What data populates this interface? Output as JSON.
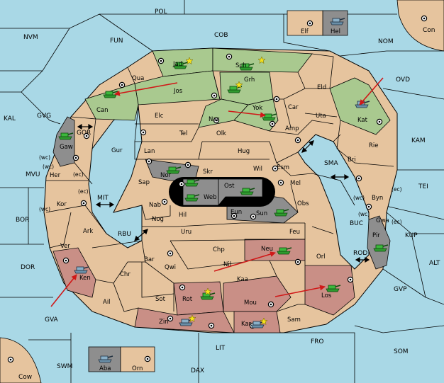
{
  "map": {
    "colors": {
      "sea": "#a9d8e6",
      "neutral": "#e6c49e",
      "green": "#a9c98f",
      "red": "#c98f86",
      "gray": "#8e8e8e",
      "unit": "#2f9a2f",
      "order_arrow": "#d01818"
    },
    "sea_labels": {
      "POL": "POL",
      "COB": "COB",
      "NVM": "NVM",
      "FUN": "FUN",
      "NOM": "NOM",
      "Con": "Con",
      "OVD": "OVD",
      "KAL": "KAL",
      "GVG": "GVG",
      "KAM": "KAM",
      "MVU": "MVU",
      "TEI": "TEI",
      "SMA": "SMA",
      "BOR": "BOR",
      "MIT": "MIT",
      "KUP": "KUP",
      "RBU": "RBU",
      "BUC": "BUC",
      "DOR": "DOR",
      "ALT": "ALT",
      "ROD": "ROD",
      "GVP": "GVP",
      "GVA": "GVA",
      "FRO": "FRO",
      "SOM": "SOM",
      "LIT": "LIT",
      "SWM": "SWM",
      "DAX": "DAX",
      "Cow": "Cow",
      "GOR": "GOR"
    },
    "coast_labels": {
      "gaw_wc": "(wc)",
      "her_wc": "(wc)",
      "her_ec": "(ec)",
      "kor_ec": "(ec)",
      "kor_wc": "(wc)",
      "byn_wc": "(wc)",
      "byn_ec": "(ec)",
      "gwa_wc": "(wc)",
      "gwa_ec": "(ec)"
    },
    "provinces": {
      "Jad": "Jad",
      "Sch": "Sch",
      "Qua": "Qua",
      "Jos": "Jos",
      "Grh": "Grh",
      "Eld": "Eld",
      "Can": "Can",
      "Elc": "Elc",
      "Yok": "Yok",
      "Car": "Car",
      "Uta": "Uta",
      "Kat": "Kat",
      "Nar": "Nar",
      "Tel": "Tel",
      "Olk": "Olk",
      "Amp": "Amp",
      "Gaw": "Gaw",
      "Gur": "Gur",
      "Lan": "Lan",
      "Hug": "Hug",
      "Rie": "Rie",
      "Bri": "Bri",
      "Nor": "Nor",
      "Skr": "Skr",
      "Ost": "Ost",
      "Wil": "Wil",
      "Esm": "Esm",
      "Her": "Her",
      "Sap": "Sap",
      "Web": "Web",
      "Mel": "Mel",
      "Byn": "Byn",
      "Kor": "Kor",
      "Nab": "Nab",
      "Eun": "Eun",
      "Sun": "Sun",
      "Obs": "Obs",
      "Hil": "Hil",
      "Nog": "Nog",
      "Gwa": "Gwa",
      "Ark": "Ark",
      "Uru": "Uru",
      "Feu": "Feu",
      "Pir": "Pir",
      "Ver": "Ver",
      "Chp": "Chp",
      "Neu": "Neu",
      "Bar": "Bar",
      "Qwi": "Qwi",
      "Nil": "Nil",
      "Orl": "Orl",
      "Ken": "Ken",
      "Chr": "Chr",
      "Kaa": "Kaa",
      "Rot": "Rot",
      "Sot": "Sot",
      "Mou": "Mou",
      "Los": "Los",
      "Ail": "Ail",
      "Zin": "Zin",
      "Kar": "Kar",
      "Sam": "Sam",
      "Elf": "Elf",
      "Hel": "Hel",
      "Aba": "Aba",
      "Orn": "Orn"
    }
  }
}
